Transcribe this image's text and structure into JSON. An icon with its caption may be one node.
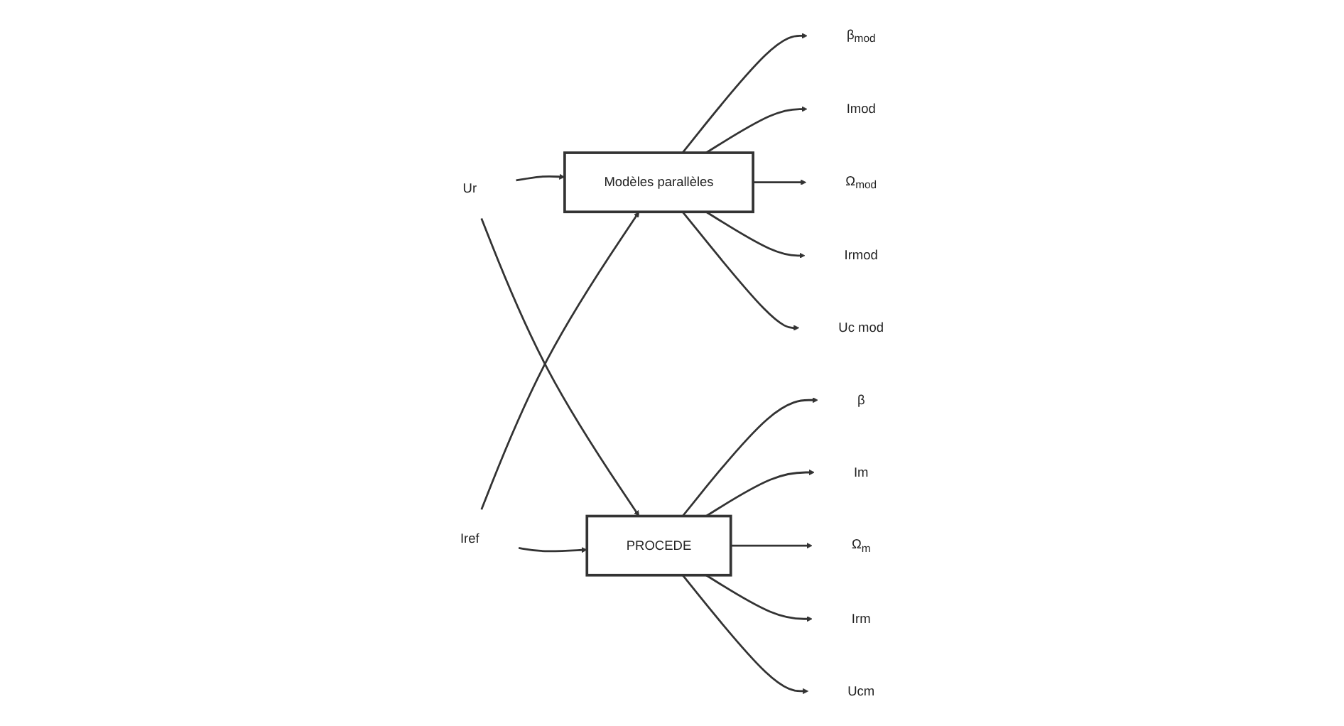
{
  "diagram": {
    "nodes": [
      {
        "text": [
          "Modèles parallèles"
        ]
      },
      {
        "text": [
          "PROCEDE"
        ]
      },
      {
        "text": [
          "Ur"
        ]
      },
      {
        "text": [
          "Iref"
        ]
      },
      {
        "text": [
          "β$_{mod}$"
        ]
      },
      {
        "text": [
          "Imod"
        ]
      },
      {
        "text": [
          "Ω$_{mod}$"
        ]
      },
      {
        "text": [
          "Irmod"
        ]
      },
      {
        "text": [
          "Uc mod"
        ]
      },
      {
        "text": [
          "β"
        ]
      },
      {
        "text": [
          "Im"
        ]
      },
      {
        "text": [
          "Ω$_{m}$"
        ]
      },
      {
        "text": [
          "Irm"
        ]
      },
      {
        "text": [
          "Ucm"
        ]
      }
    ],
    "edges": [
      {
        "from": 2,
        "to": 0,
        "arrow": "to"
      },
      {
        "from": 2,
        "to": 1,
        "arrow": "to"
      },
      {
        "from": 3,
        "to": 0,
        "arrow": "to"
      },
      {
        "from": 3,
        "to": 1,
        "arrow": "to"
      },
      {
        "from": 0,
        "to": 4,
        "arrow": "to"
      },
      {
        "from": 0,
        "to": 5,
        "arrow": "to"
      },
      {
        "from": 0,
        "to": 6,
        "arrow": "to"
      },
      {
        "from": 0,
        "to": 7,
        "arrow": "to"
      },
      {
        "from": 0,
        "to": 8,
        "arrow": "to"
      },
      {
        "from": 1,
        "to": 9,
        "arrow": "to"
      },
      {
        "from": 1,
        "to": 10,
        "arrow": "to"
      },
      {
        "from": 1,
        "to": 11,
        "arrow": "to"
      },
      {
        "from": 1,
        "to": 12,
        "arrow": "to"
      },
      {
        "from": 1,
        "to": 13,
        "arrow": "to"
      }
    ]
  }
}
